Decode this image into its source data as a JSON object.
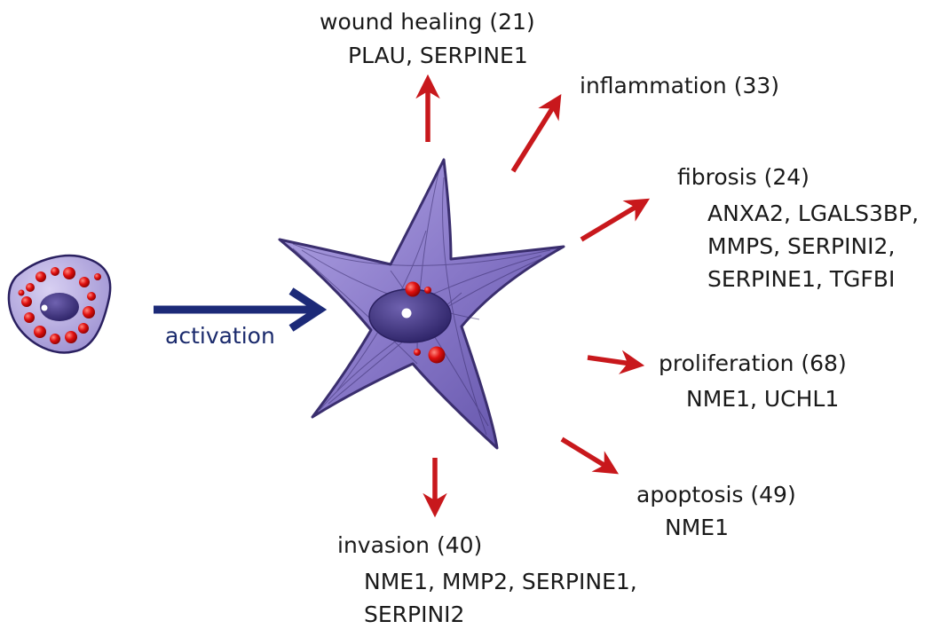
{
  "colors": {
    "activation_arrow": "#1c2a78",
    "outcome_arrow": "#c8181c",
    "cell_fill": "#8878c8",
    "cell_stroke": "#3a2e6e",
    "nucleus": "#3c2f7a",
    "droplet": "#e01010"
  },
  "activation": {
    "label": "activation"
  },
  "outcomes": [
    {
      "id": "wound-healing",
      "title": "wound healing (21)",
      "genes": [
        "PLAU, SERPINE1"
      ]
    },
    {
      "id": "inflammation",
      "title": "inflammation (33)",
      "genes": []
    },
    {
      "id": "fibrosis",
      "title": "fibrosis (24)",
      "genes": [
        "ANXA2, LGALS3BP,",
        "MMPS, SERPINI2,",
        "SERPINE1, TGFBI"
      ]
    },
    {
      "id": "proliferation",
      "title": "proliferation (68)",
      "genes": [
        "NME1, UCHL1"
      ]
    },
    {
      "id": "apoptosis",
      "title": "apoptosis (49)",
      "genes": [
        "NME1"
      ]
    },
    {
      "id": "invasion",
      "title": "invasion (40)",
      "genes": [
        "NME1, MMP2, SERPINE1,",
        "SERPINI2"
      ]
    }
  ]
}
